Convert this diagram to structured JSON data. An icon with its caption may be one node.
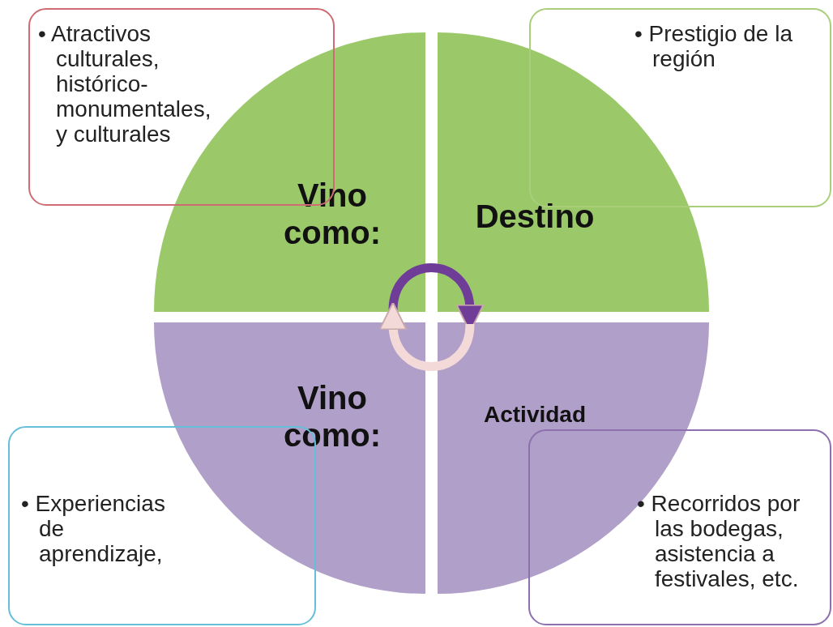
{
  "diagram": {
    "nodes": [
      {
        "text": [
          "• Atractivos culturales, histórico-monumentales, y culturales"
        ]
      },
      {
        "text": [
          "• Prestigio de la región"
        ]
      },
      {
        "text": [
          "Vino como:"
        ]
      },
      {
        "text": [
          "Destino"
        ]
      },
      {
        "text": [
          "Vino como:"
        ]
      },
      {
        "text": [
          "Actividad"
        ]
      },
      {
        "text": [
          "• Experiencias de aprendizaje,"
        ]
      },
      {
        "text": [
          "• Recorridos por las bodegas, asistencia a festivales, etc."
        ]
      }
    ],
    "edges": [
      {
        "from": 2,
        "to": 3,
        "arrow": "to",
        "color": "#6f3c98"
      },
      {
        "from": 5,
        "to": 4,
        "arrow": "to",
        "color": "#f4d9d9"
      }
    ]
  }
}
